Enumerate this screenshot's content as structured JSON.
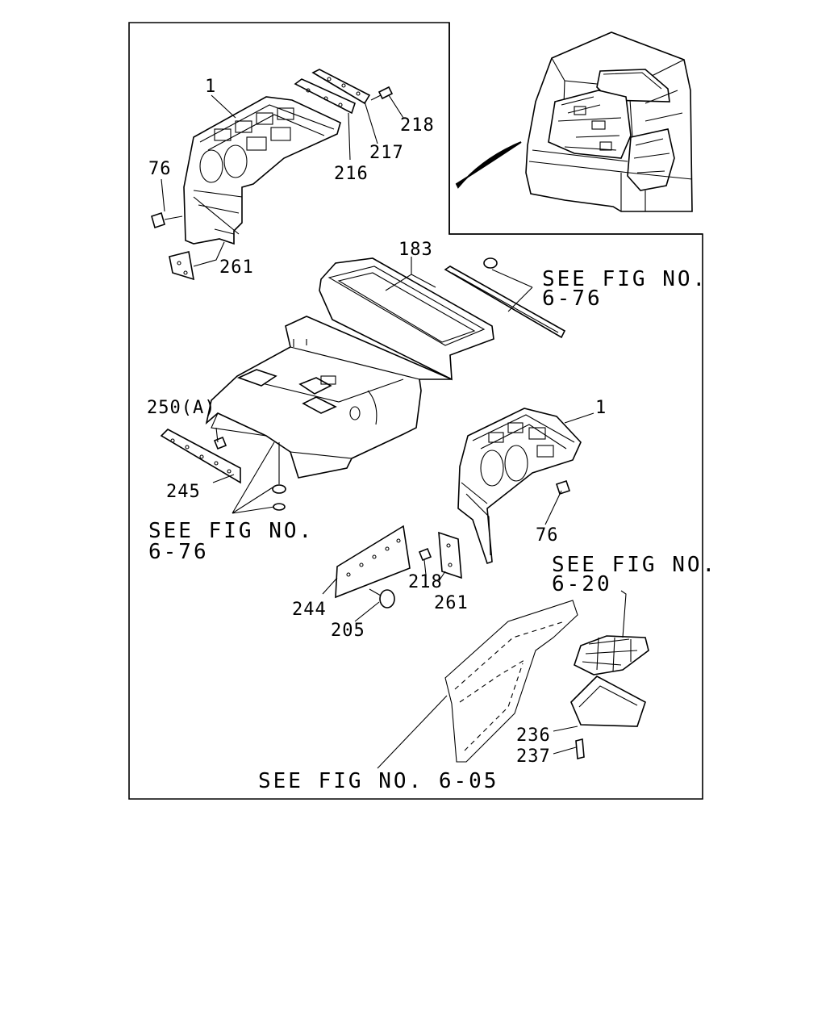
{
  "callouts": {
    "p1_top": "1",
    "p76_top": "76",
    "p261_top": "261",
    "p216": "216",
    "p217": "217",
    "p218_top": "218",
    "p183": "183",
    "p250a": "250(A)",
    "p245": "245",
    "p1_right": "1",
    "p76_right": "76",
    "p218_mid": "218",
    "p261_mid": "261",
    "p244": "244",
    "p205": "205",
    "p236": "236",
    "p237": "237"
  },
  "references": {
    "ref_top_right_line1": "SEE FIG NO.",
    "ref_top_right_line2": "6-76",
    "ref_left_line1": "SEE FIG NO.",
    "ref_left_line2": "6-76",
    "ref_right_line1": "SEE FIG NO.",
    "ref_right_line2": "6-20",
    "ref_bottom": "SEE FIG NO. 6-05"
  }
}
